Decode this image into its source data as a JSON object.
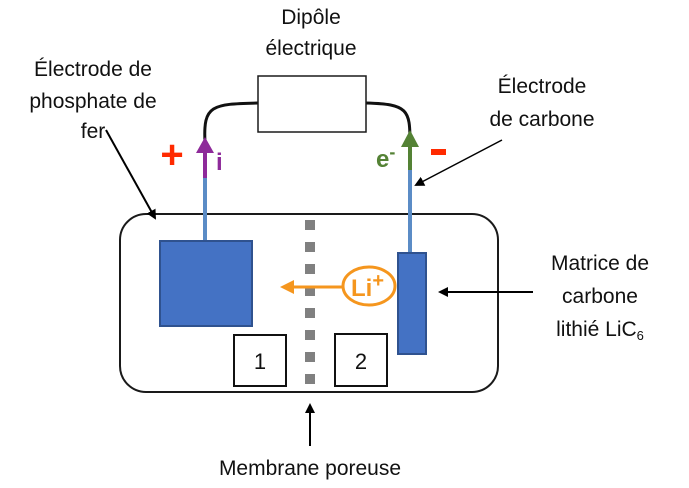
{
  "title": "Pile lithium-ion : électrode de phosphate de fer et électrode de carbone",
  "labels": {
    "dipole_line1": "Dipôle",
    "dipole_line2": "électrique",
    "positive_electrode_line1": "Électrode de",
    "positive_electrode_line2": "phosphate de",
    "positive_electrode_line3": "fer",
    "negative_electrode_line1": "Électrode",
    "negative_electrode_line2": "de carbone",
    "matrix_line1": "Matrice de",
    "matrix_line2": "carbone",
    "matrix_line3_main": "lithié LiC",
    "matrix_line3_sub": "6",
    "membrane": "Membrane poreuse",
    "plus_sign": "+",
    "minus_sign": "-",
    "current": "i",
    "electron": "e",
    "electron_charge": "-",
    "lithium_ion": "Li",
    "lithium_charge": "+",
    "compartment_1": "1",
    "compartment_2": "2"
  },
  "colors": {
    "electrode_fill": "#4472c4",
    "electrode_stroke": "#2f528f",
    "wire_blue": "#5b8cc6",
    "plus_red": "#ff2a00",
    "minus_red": "#ff2a00",
    "current_purple": "#8e2a9a",
    "electron_green": "#548235",
    "lithium_orange": "#f5961e",
    "membrane_gray": "#808080"
  }
}
